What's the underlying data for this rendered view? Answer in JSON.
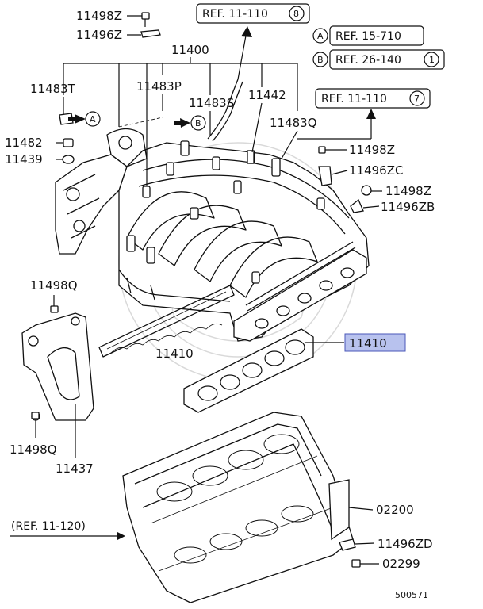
{
  "parts": {
    "p11498Z_top": "11498Z",
    "p11496Z": "11496Z",
    "p11400": "11400",
    "p11483T": "11483T",
    "p11483P": "11483P",
    "p11483S": "11483S",
    "p11442": "11442",
    "p11483Q": "11483Q",
    "p11482": "11482",
    "p11439": "11439",
    "p11498Z_right1": "11498Z",
    "p11496ZC": "11496ZC",
    "p11498Z_right2": "11498Z",
    "p11496ZB": "11496ZB",
    "p11498Q_top": "11498Q",
    "p11410_highlight": "11410",
    "p11410_left": "11410",
    "p11498Q_bottom": "11498Q",
    "p11437": "11437",
    "p02200": "02200",
    "p11496ZD": "11496ZD",
    "p02299": "02299"
  },
  "refs": {
    "ref_top": "REF. 11-110",
    "ref_top_num": "8",
    "ref_a": "REF. 15-710",
    "ref_a_letter": "A",
    "ref_b": "REF. 26-140",
    "ref_b_letter": "B",
    "ref_b_num": "1",
    "ref_right": "REF. 11-110",
    "ref_right_num": "7",
    "ref_left": "(REF. 11-120)",
    "arrow_a": "A",
    "arrow_b": "B"
  },
  "diagram_id": "500571",
  "highlight_color": "#b8c2ee"
}
